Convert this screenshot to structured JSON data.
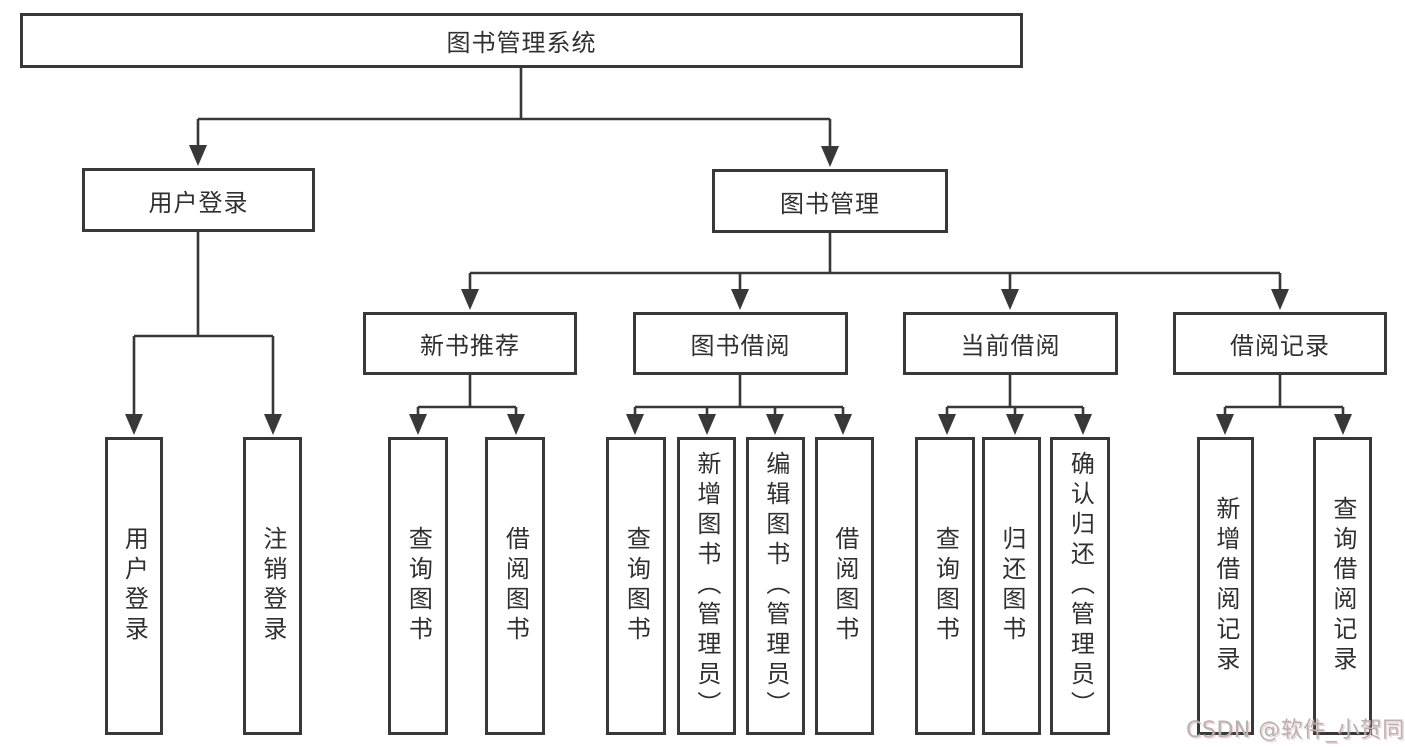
{
  "diagram": {
    "root": {
      "label": "图书管理系统",
      "children": [
        {
          "label": "用户登录",
          "children": [
            {
              "label": "用户登录"
            },
            {
              "label": "注销登录"
            }
          ]
        },
        {
          "label": "图书管理",
          "children": [
            {
              "label": "新书推荐",
              "children": [
                {
                  "label": "查询图书"
                },
                {
                  "label": "借阅图书"
                }
              ]
            },
            {
              "label": "图书借阅",
              "children": [
                {
                  "label": "查询图书"
                },
                {
                  "label": "新增图书（管理员）"
                },
                {
                  "label": "编辑图书（管理员）"
                },
                {
                  "label": "借阅图书"
                }
              ]
            },
            {
              "label": "当前借阅",
              "children": [
                {
                  "label": "查询图书"
                },
                {
                  "label": "归还图书"
                },
                {
                  "label": "确认归还（管理员）"
                }
              ]
            },
            {
              "label": "借阅记录",
              "children": [
                {
                  "label": "新增借阅记录"
                },
                {
                  "label": "查询借阅记录"
                }
              ]
            }
          ]
        }
      ]
    },
    "watermark": "CSDN @软件_小贺同学",
    "colors": {
      "line": "#383838",
      "box_border": "#383838",
      "text": "#303030",
      "watermark": "#b4b4b4",
      "background": "#ffffff"
    }
  }
}
